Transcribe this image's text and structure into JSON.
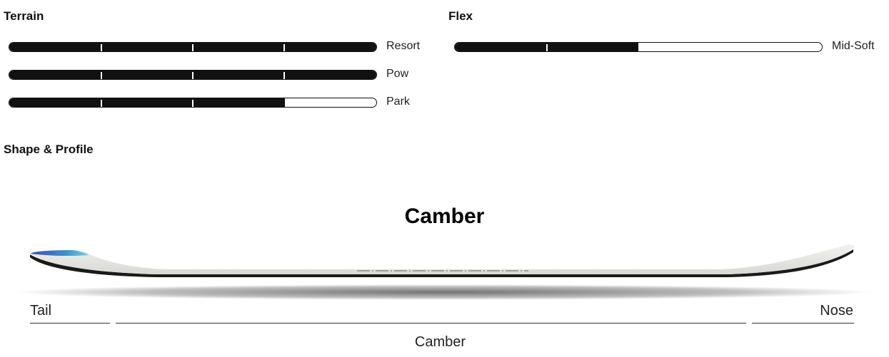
{
  "terrain": {
    "title": "Terrain",
    "items": [
      {
        "label": "Resort",
        "level": 1.0
      },
      {
        "label": "Pow",
        "level": 1.0
      },
      {
        "label": "Park",
        "level": 0.75
      }
    ]
  },
  "flex": {
    "title": "Flex",
    "label": "Mid-Soft",
    "level": 0.5
  },
  "shape_profile": {
    "title": "Shape & Profile",
    "profile_name": "Camber",
    "zones": {
      "tail": "Tail",
      "nose": "Nose",
      "camber": "Camber"
    }
  }
}
